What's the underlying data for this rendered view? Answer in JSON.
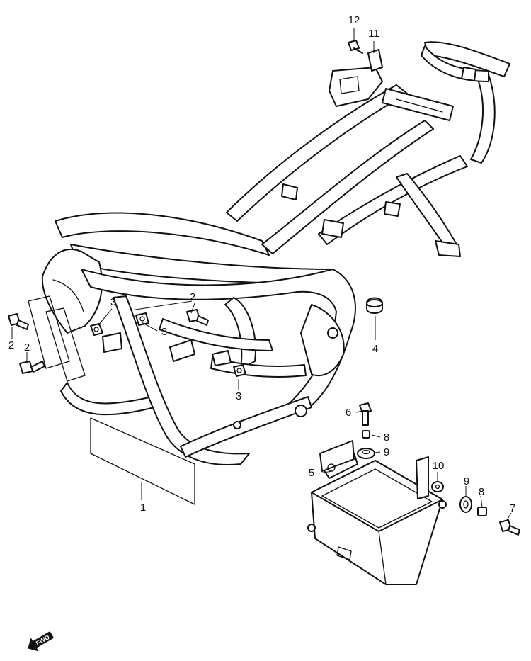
{
  "callouts": {
    "c1": "1",
    "c2a": "2",
    "c2b": "2",
    "c2c": "2",
    "c3a": "3",
    "c3b": "3",
    "c3c": "3",
    "c4": "4",
    "c5": "5",
    "c6": "6",
    "c7": "7",
    "c8a": "8",
    "c8b": "8",
    "c9a": "9",
    "c9b": "9",
    "c10": "10",
    "c11": "11",
    "c12": "12"
  },
  "fwd_label": "FWD",
  "colors": {
    "line": "#111111",
    "background": "#ffffff"
  }
}
